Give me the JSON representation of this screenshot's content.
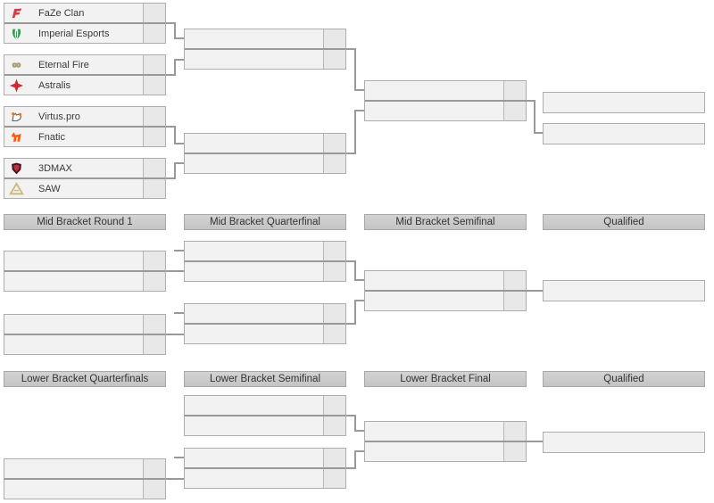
{
  "page": {
    "background": "#ffffff"
  },
  "colors": {
    "box_bg": "#f2f2f2",
    "score_cell_bg": "#e8e8e8",
    "box_border": "#adadad",
    "connector": "#999999",
    "header_bg": "#cacaca",
    "header_text": "#333333",
    "team_text": "#3a3a3a"
  },
  "headers": {
    "mid": [
      "Mid Bracket Round 1",
      "Mid Bracket Quarterfinal",
      "Mid Bracket Semifinal",
      "Qualified"
    ],
    "lower": [
      "Lower Bracket Quarterfinals",
      "Lower Bracket Semifinal",
      "Lower Bracket Final",
      "Qualified"
    ]
  },
  "teams": [
    {
      "name": "FaZe Clan",
      "icon": "faze-clan-icon",
      "color": "#d13f44",
      "score": ""
    },
    {
      "name": "Imperial Esports",
      "icon": "imperial-esports-icon",
      "color": "#2ca04e",
      "score": ""
    },
    {
      "name": "Eternal Fire",
      "icon": "eternal-fire-icon",
      "color": "#a79c72",
      "score": ""
    },
    {
      "name": "Astralis",
      "icon": "astralis-icon",
      "color": "#d02730",
      "score": ""
    },
    {
      "name": "Virtus.pro",
      "icon": "virtus-pro-icon",
      "color": "#f97306",
      "outline": "#5f5f5f",
      "score": ""
    },
    {
      "name": "Fnatic",
      "icon": "fnatic-icon",
      "color": "#ff5a09",
      "score": ""
    },
    {
      "name": "3DMAX",
      "icon": "3dmax-icon",
      "color": "#451621",
      "accent": "#c42f3d",
      "score": ""
    },
    {
      "name": "SAW",
      "icon": "saw-icon",
      "color": "#c9b77c",
      "score": ""
    }
  ],
  "upper_bracket": {
    "matches": [
      {
        "top_team": "FaZe Clan",
        "bottom_team": "Imperial Esports"
      },
      {
        "top_team": "Eternal Fire",
        "bottom_team": "Astralis"
      },
      {
        "top_team": "Virtus.pro",
        "bottom_team": "Fnatic"
      },
      {
        "top_team": "3DMAX",
        "bottom_team": "SAW"
      }
    ]
  }
}
